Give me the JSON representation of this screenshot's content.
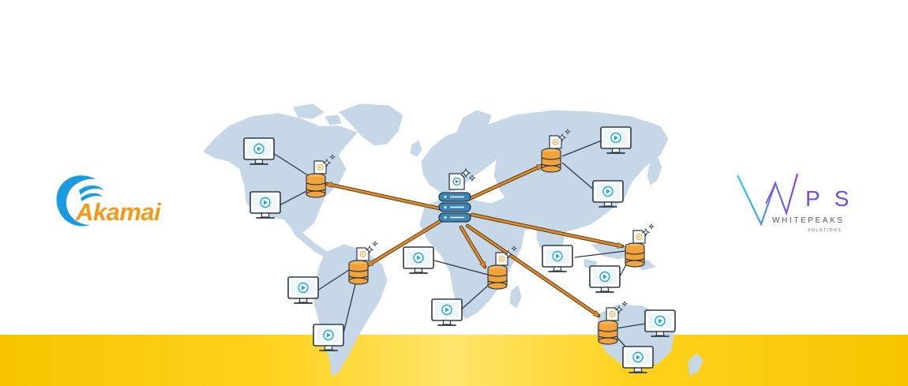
{
  "logos": {
    "left": {
      "text": "Akamai",
      "color": "#f39a1b",
      "swoosh_color": "#1a9be0"
    },
    "right": {
      "mark": "PS",
      "name": "WHITEPEAKS",
      "sub": "SOLUTIONS",
      "gradient": [
        "#1fd3e8",
        "#8b3fd9"
      ]
    }
  },
  "colors": {
    "map": "#c6d8e7",
    "arrow": "#e08b2b",
    "server_main": "#3a86b8",
    "server_edge": "#f2a33a",
    "monitor_frame": "#ffffff",
    "outline": "#2d3a4a",
    "play": "#1ea8d6",
    "band": "#ffd21c"
  },
  "diagram": {
    "nodes": [
      {
        "id": "origin",
        "type": "origin-server",
        "name": "origin-server",
        "icon": "database-icon"
      },
      {
        "id": "na",
        "type": "edge-server",
        "name": "edge-server-north-america",
        "icon": "database-icon"
      },
      {
        "id": "asia",
        "type": "edge-server",
        "name": "edge-server-asia",
        "icon": "database-icon"
      },
      {
        "id": "sa",
        "type": "edge-server",
        "name": "edge-server-south-america",
        "icon": "database-icon"
      },
      {
        "id": "africa",
        "type": "edge-server",
        "name": "edge-server-africa",
        "icon": "database-icon"
      },
      {
        "id": "seasia",
        "type": "edge-server",
        "name": "edge-server-south-east-asia",
        "icon": "database-icon"
      },
      {
        "id": "aus",
        "type": "edge-server",
        "name": "edge-server-australia",
        "icon": "database-icon"
      }
    ],
    "links": [
      {
        "from": "origin",
        "to": "na"
      },
      {
        "from": "origin",
        "to": "asia"
      },
      {
        "from": "origin",
        "to": "sa"
      },
      {
        "from": "origin",
        "to": "africa"
      },
      {
        "from": "origin",
        "to": "seasia"
      },
      {
        "from": "origin",
        "to": "aus"
      }
    ],
    "clients": [
      {
        "server": "na",
        "count": 2
      },
      {
        "server": "asia",
        "count": 2
      },
      {
        "server": "sa",
        "count": 2
      },
      {
        "server": "africa",
        "count": 2
      },
      {
        "server": "seasia",
        "count": 2
      },
      {
        "server": "aus",
        "count": 2
      }
    ]
  }
}
